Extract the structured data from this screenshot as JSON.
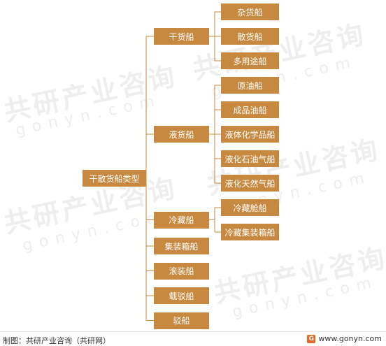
{
  "diagram": {
    "root": "干散货船类型",
    "nodes": [
      {
        "id": "dry",
        "label": "干货船",
        "children": [
          "杂货船",
          "散货船",
          "多用途船"
        ]
      },
      {
        "id": "liquid",
        "label": "液货船",
        "children": [
          "原油船",
          "成品油船",
          "液体化学品船",
          "液化石油气船",
          "液化天然气船"
        ]
      },
      {
        "id": "reefer",
        "label": "冷藏船",
        "children": [
          "冷藏舱船",
          "冷藏集装箱船"
        ]
      },
      {
        "id": "container",
        "label": "集装箱船",
        "children": []
      },
      {
        "id": "roro",
        "label": "滚装船",
        "children": []
      },
      {
        "id": "barge-carrier",
        "label": "载驳船",
        "children": []
      },
      {
        "id": "barge",
        "label": "驳船",
        "children": []
      }
    ]
  },
  "colors": {
    "box": "#c6893f",
    "box_text": "#ffffff",
    "line": "#c6893f",
    "watermark": "#eeeeee"
  },
  "footer": {
    "source": "制图：共研产业咨询（共研网）",
    "logo_letter": "G",
    "site": "www.gonyn.com"
  },
  "watermark": {
    "brand": "共研产业咨询",
    "domain": "gonyn.com"
  }
}
